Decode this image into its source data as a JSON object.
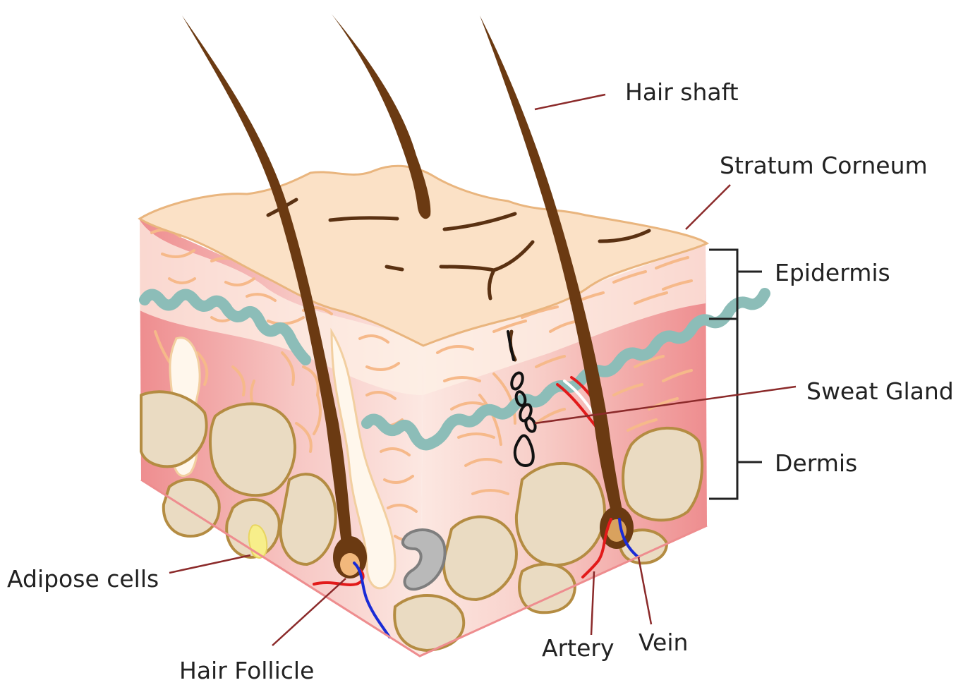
{
  "diagram": {
    "labels": {
      "hair_shaft": "Hair shaft",
      "stratum_corneum": "Stratum Corneum",
      "epidermis": "Epidermis",
      "sweat_gland": "Sweat Gland",
      "dermis": "Dermis",
      "adipose_cells": "Adipose cells",
      "hair_follicle": "Hair Follicle",
      "artery": "Artery",
      "vein": "Vein"
    },
    "colors": {
      "surface": "#FBE1C6",
      "outline": "#E9B57E",
      "dermis_pink": "#EE8D8F",
      "fiber": "#F6B98A",
      "fat": "#EADBC2",
      "fat_outline": "#B48C42",
      "hair": "#6B3A12",
      "vessel_band": "#8CBDB8",
      "leader": "#8B2A2A",
      "artery": "#E21A1A",
      "vein": "#1A2BD6",
      "gland": "#111111"
    }
  }
}
